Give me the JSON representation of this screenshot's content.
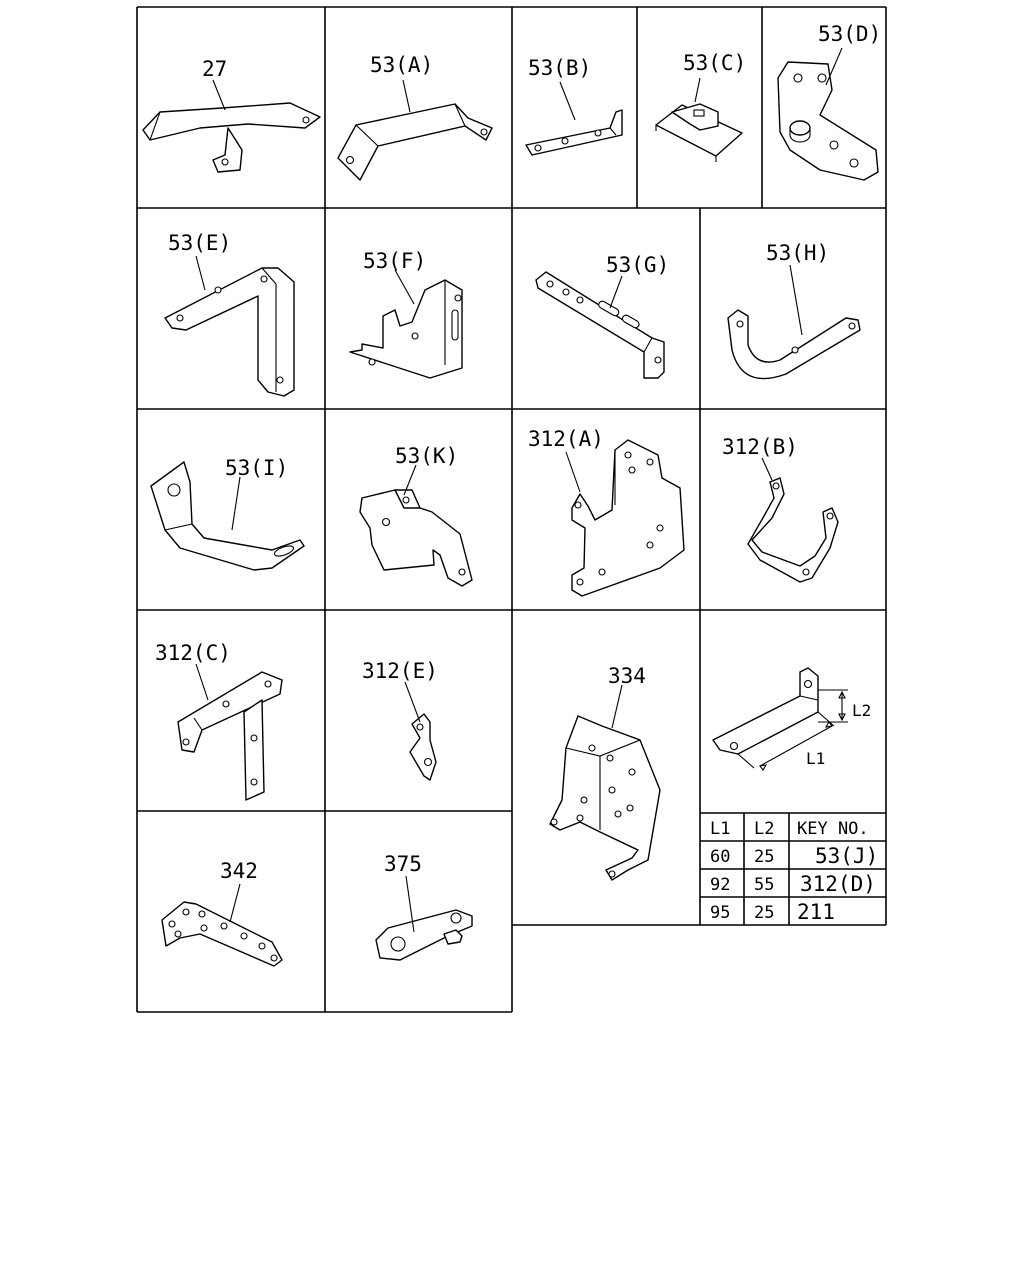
{
  "parts": {
    "p27": "27",
    "p53a": "53(A)",
    "p53b": "53(B)",
    "p53c": "53(C)",
    "p53d": "53(D)",
    "p53e": "53(E)",
    "p53f": "53(F)",
    "p53g": "53(G)",
    "p53h": "53(H)",
    "p53i": "53(I)",
    "p53k": "53(K)",
    "p312a": "312(A)",
    "p312b": "312(B)",
    "p312c": "312(C)",
    "p312e": "312(E)",
    "p334": "334",
    "p342": "342",
    "p375": "375"
  },
  "dimension_labels": {
    "l1": "L1",
    "l2": "L2"
  },
  "key_table": {
    "headers": [
      "L1",
      "L2",
      "KEY NO."
    ],
    "rows": [
      [
        "60",
        "25",
        "53(J)"
      ],
      [
        "92",
        "55",
        "312(D)"
      ],
      [
        "95",
        "25",
        "211"
      ]
    ]
  }
}
